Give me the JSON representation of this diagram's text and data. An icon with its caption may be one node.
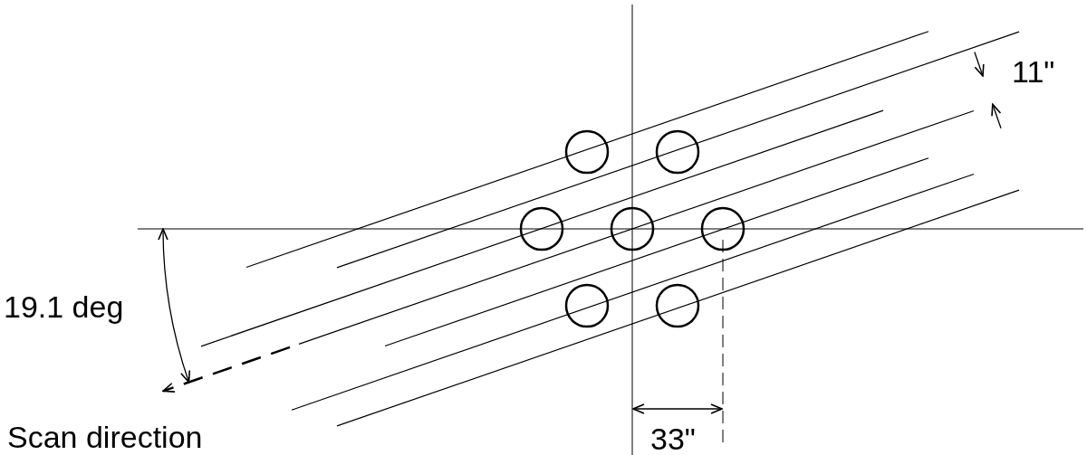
{
  "diagram": {
    "labels": [
      "11\"",
      "19.1 deg",
      "Scan direction",
      "33\""
    ]
  }
}
